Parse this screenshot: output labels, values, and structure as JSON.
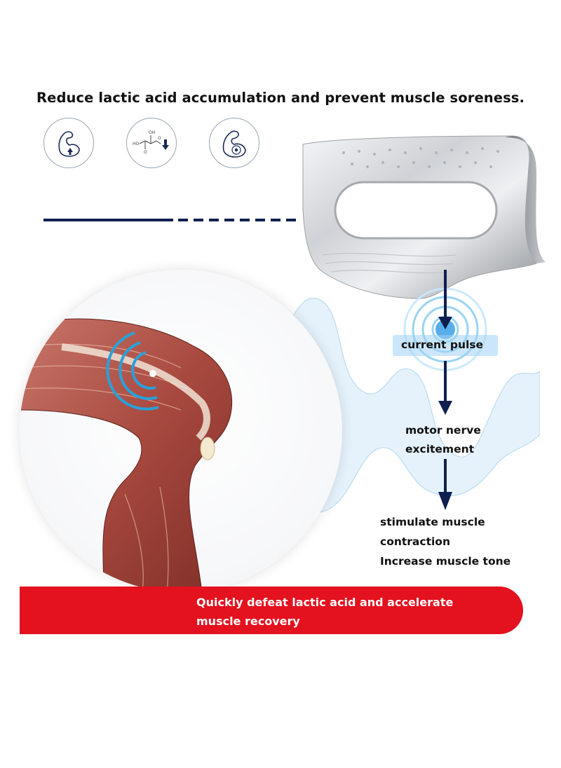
{
  "headline": "Reduce lactic acid accumulation and prevent muscle soreness.",
  "icons": [
    {
      "name": "flexed-arm-icon"
    },
    {
      "name": "lactic-acid-molecule-icon"
    },
    {
      "name": "muscle-target-icon"
    }
  ],
  "flow": {
    "step1": "current pulse",
    "step2_line1": "motor nerve",
    "step2_line2": "excitement",
    "step3_line1": "stimulate muscle",
    "step3_line2": "contraction",
    "step3_line3": "Increase muscle tone"
  },
  "banner": {
    "line1": "Quickly defeat lactic acid and accelerate",
    "line2": "muscle recovery"
  },
  "colors": {
    "navy": "#0f1f4f",
    "red": "#e4111e",
    "pulse_blue": "#3aa0e8"
  }
}
